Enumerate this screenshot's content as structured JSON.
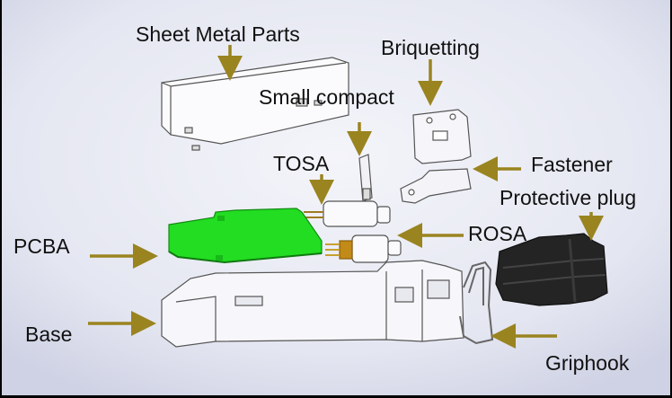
{
  "labels": {
    "sheet_metal": "Sheet Metal Parts",
    "briquetting": "Briquetting",
    "small_compact": "Small compact",
    "tosa": "TOSA",
    "fastener": "Fastener",
    "protective_plug": "Protective plug",
    "pcba": "PCBA",
    "rosa": "ROSA",
    "base": "Base",
    "griphook": "Griphook"
  },
  "colors": {
    "arrow": "#9a8420",
    "pcba": "#22dd22",
    "plug": "#222222",
    "background": "#e6e8f3"
  }
}
